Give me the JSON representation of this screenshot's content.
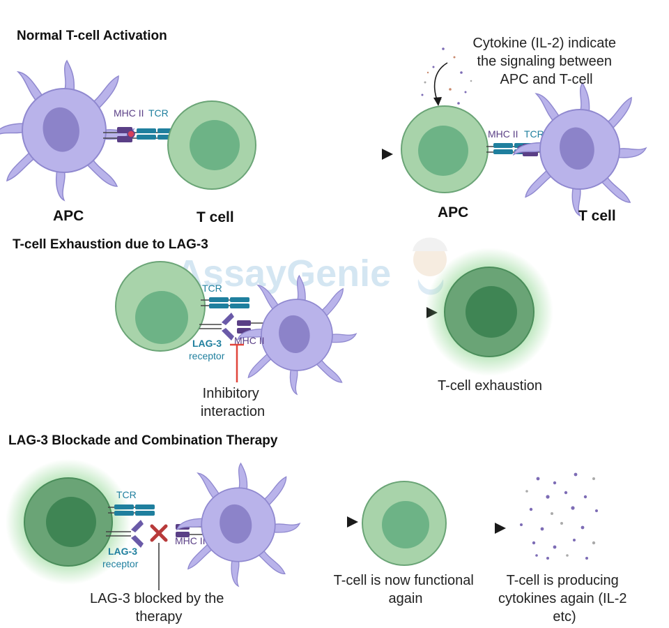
{
  "sections": {
    "normal_title": "Normal T-cell Activation",
    "exhaustion_title": "T-cell Exhaustion due to LAG-3",
    "blockade_title": "LAG-3 Blockade and Combination Therapy"
  },
  "normal": {
    "apc_label": "APC",
    "tcell_label": "T cell",
    "mhc_label": "MHC II",
    "tcr_label": "TCR",
    "result_apc_label": "APC",
    "result_tcell_label": "T cell",
    "result_mhc_label": "MHC II",
    "result_tcr_label": "TCR",
    "cytokine_note": [
      "Cytokine (IL-2) indicate",
      "the signaling between",
      "APC and T-cell"
    ]
  },
  "exhaustion": {
    "tcr_label": "TCR",
    "lag3_label": "LAG-3",
    "receptor_label": "receptor",
    "mhc_label": "MHC II",
    "inhibitory_note": [
      "Inhibitory",
      "interaction"
    ],
    "result_label": "T-cell exhaustion"
  },
  "blockade": {
    "tcr_label": "TCR",
    "lag3_label": "LAG-3",
    "receptor_label": "receptor",
    "mhc_label": "MHC II",
    "blocked_note": [
      "LAG-3 blocked by the",
      "therapy"
    ],
    "functional_note": [
      "T-cell is now functional",
      "again"
    ],
    "producing_note": [
      "T-cell is producing",
      "cytokines again (IL-2",
      "etc)"
    ]
  },
  "watermark": "AssayGenie",
  "colors": {
    "tcell_fill": "#a8d3aa",
    "tcell_nucleus": "#6db386",
    "exhausted_fill": "#6aa476",
    "exhausted_nucleus": "#3f8554",
    "apc_fill": "#b9b3ea",
    "apc_nucleus": "#8c83c9",
    "mhc": "#5a3f86",
    "tcr": "#1f7f9e",
    "inhibit": "#e0453b",
    "block_x": "#b83a3a"
  }
}
